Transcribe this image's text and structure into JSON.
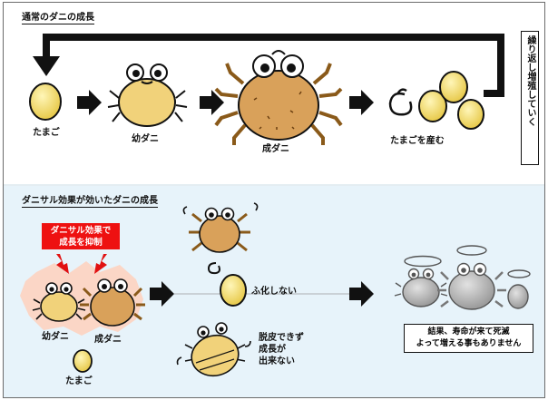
{
  "top_section": {
    "title": "通常のダニの成長",
    "stages": {
      "egg": "たまご",
      "larva": "幼ダニ",
      "adult": "成ダニ",
      "laying": "たまごを産む"
    },
    "cycle_note": "繰り返し増殖していく"
  },
  "bottom_section": {
    "title": "ダニサル効果が効いたダニの成長",
    "red_banner": [
      "ダニサル効果で",
      "成長を抑制"
    ],
    "labels": {
      "larva": "幼ダニ",
      "adult": "成ダニ",
      "egg": "たまご",
      "no_hatch": "ふ化しない",
      "no_molt": [
        "脱皮できず",
        "成長が",
        "出来ない"
      ]
    },
    "result": [
      "結果、寿命が来て死滅",
      "よって増える事もありません"
    ]
  },
  "colors": {
    "egg_yellow": "#f3de6d",
    "mite_body": "#d9a15a",
    "mite_larva": "#f1d27a",
    "dead_gray": "#b0b0b0",
    "banner_red": "#e11111",
    "panel_blue": "#e7f3fa"
  }
}
